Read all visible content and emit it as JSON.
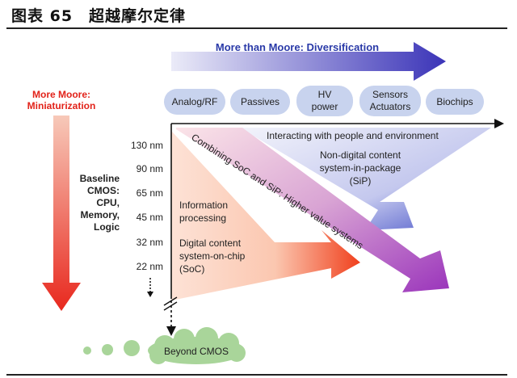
{
  "figure_title": "图表 65　超越摩尔定律",
  "top_arrow": {
    "label": "More than Moore: Diversification"
  },
  "left_arrow": {
    "line1": "More Moore:",
    "line2": "Miniaturization"
  },
  "pills": [
    {
      "id": "analog",
      "lines": [
        "Analog/RF"
      ]
    },
    {
      "id": "passives",
      "lines": [
        "Passives"
      ]
    },
    {
      "id": "hv",
      "lines": [
        "HV",
        "power"
      ]
    },
    {
      "id": "sensors",
      "lines": [
        "Sensors",
        "Actuators"
      ]
    },
    {
      "id": "biochips",
      "lines": [
        "Biochips"
      ]
    }
  ],
  "baseline": [
    "Baseline",
    "CMOS:",
    "CPU,",
    "Memory,",
    "Logic"
  ],
  "nodes": [
    "130 nm",
    "90 nm",
    "65 nm",
    "45 nm",
    "32 nm",
    "22 nm"
  ],
  "interacting": "Interacting with people and environment",
  "sip": [
    "Non-digital content",
    "system-in-package",
    "(SiP)"
  ],
  "combining": "Combining SoC and SiP: Higher value systems",
  "info": [
    "Information",
    "processing"
  ],
  "soc": [
    "Digital content",
    "system-on-chip",
    "(SoC)"
  ],
  "beyond": "Beyond CMOS",
  "colors": {
    "left_arrow_top": "#f7c9b9",
    "left_arrow_bottom": "#e8281e",
    "top_arrow_start": "#e2e2f4",
    "top_arrow_end": "#3b34b8",
    "soc_wedge": "#f4623a",
    "sip_wedge": "#4a52c6",
    "combine": "#a63ec0",
    "pill_fill": "#c8d3ee",
    "cloud_fill": "#a9d59a",
    "label_red": "#e2231a",
    "label_blue": "#2a3aa8"
  }
}
